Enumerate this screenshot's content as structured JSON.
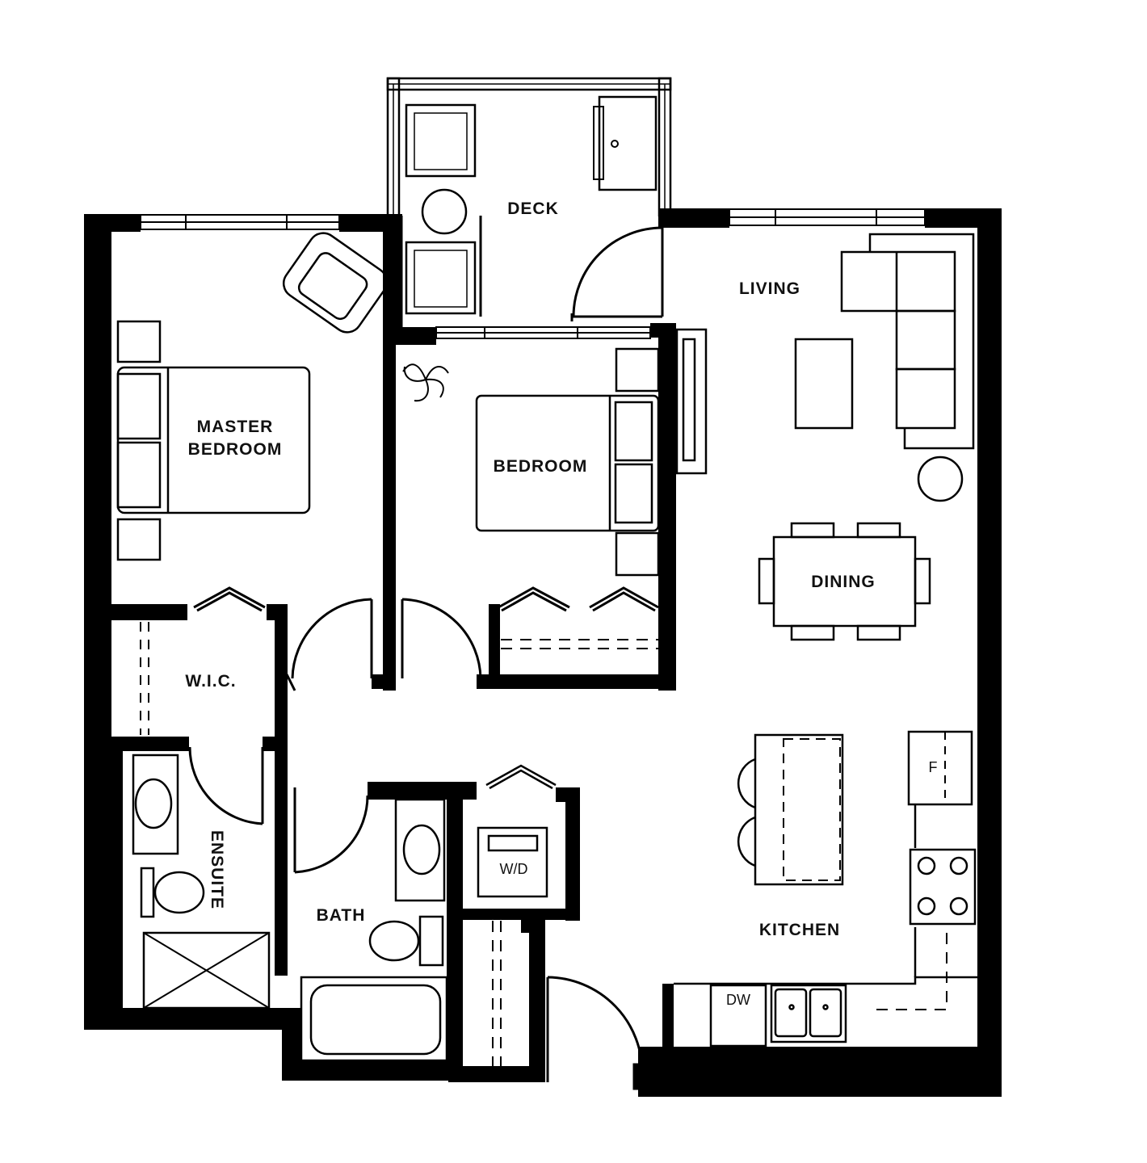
{
  "rooms": {
    "deck": "DECK",
    "living": "LIVING",
    "master_bedroom_line1": "MASTER",
    "master_bedroom_line2": "BEDROOM",
    "bedroom": "BEDROOM",
    "dining": "DINING",
    "wic": "W.I.C.",
    "ensuite": "ENSUITE",
    "bath": "BATH",
    "kitchen": "KITCHEN"
  },
  "fixtures": {
    "washer_dryer": "W/D",
    "fridge": "F",
    "dishwasher": "DW"
  },
  "colors": {
    "wall": "#000000",
    "line": "#222222",
    "background": "#ffffff"
  }
}
